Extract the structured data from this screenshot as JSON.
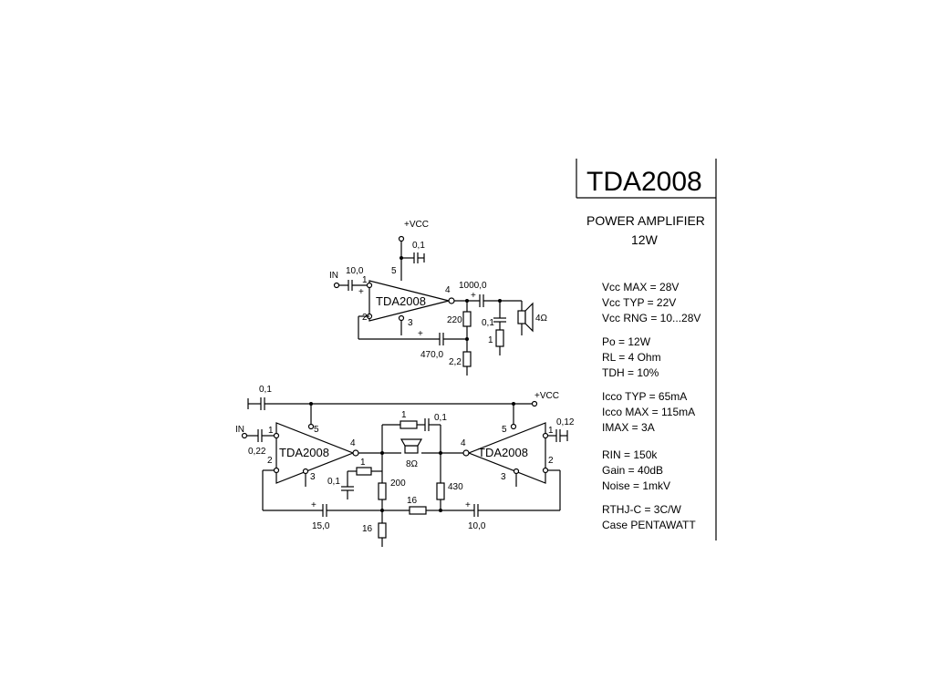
{
  "panel": {
    "title": "TDA2008",
    "subtitle_line1": "POWER AMPLIFIER",
    "subtitle_line2": "12W",
    "specs": [
      "Vcc MAX = 28V",
      "Vcc TYP = 22V",
      "Vcc RNG = 10...28V",
      "Po = 12W",
      "RL = 4 Ohm",
      "TDH = 10%",
      "Icco TYP = 65mA",
      "Icco MAX = 115mA",
      "IMAX = 3A",
      "RIN = 150k",
      "Gain = 40dB",
      "Noise = 1mkV",
      "RTHJ-C = 3C/W",
      "Case PENTAWATT"
    ]
  },
  "top_circuit": {
    "vcc": "+VCC",
    "chip": "TDA2008",
    "in": "IN",
    "c_supply": "0,1",
    "c_in": "10,0",
    "c_out": "1000,0",
    "c_fb": "470,0",
    "r_fb": "220",
    "r_gnd": "2,2",
    "c_zobel": "0,1",
    "r_zobel": "1",
    "speaker": "4Ω",
    "pins": [
      "1",
      "5",
      "4",
      "2",
      "3"
    ]
  },
  "bottom_circuit": {
    "vcc": "+VCC",
    "chip_left": "TDA2008",
    "chip_right": "TDA2008",
    "in": "IN",
    "c_supply": "0,1",
    "c_in": "0,22",
    "c_bridge_in": "0,1",
    "r_bridge_in": "1",
    "r_200": "200",
    "r_16_mid": "16",
    "r_16_gnd": "16",
    "c_fb_left": "15,0",
    "c_fb_right": "10,0",
    "c_zobel": "0,1",
    "r_zobel": "1",
    "r_430": "430",
    "c_right_supply": "0,12",
    "speaker": "8Ω",
    "pins_left": [
      "1",
      "5",
      "4",
      "2",
      "3"
    ],
    "pins_right": [
      "1",
      "5",
      "4",
      "2",
      "3"
    ]
  }
}
